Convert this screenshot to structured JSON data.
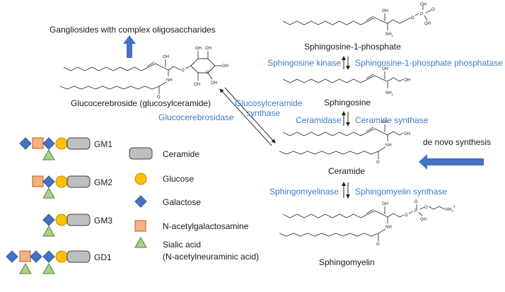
{
  "labels": {
    "gangliosides": "Gangliosides with complex oligosaccharides",
    "s1p": "Sphingosine-1-phosphate",
    "sphingosine_kinase": "Sphingosine kinase",
    "s1p_phosphatase": "Sphingosine-1-phosphate phosphatase",
    "sphingosine": "Sphingosine",
    "glucocerebroside": "Glucocerebroside (glucosylceramide)",
    "glucosylceramide_synthase_1": "Glucosylceramide",
    "glucosylceramide_synthase_2": "synthase",
    "glucocerebrosidase": "Glucocerebrosidase",
    "ceramidase": "Ceramidase",
    "ceramide_synthase": "Ceramide synthase",
    "de_novo": "de novo synthesis",
    "ceramide": "Ceramide",
    "sphingomyelinase": "Sphingomyelinase",
    "sphingomyelin_synthase": "Sphingomyelin synthase",
    "sphingomyelin": "Sphingomyelin"
  },
  "structure_atoms": {
    "oh": "OH",
    "o": "O",
    "p": "P",
    "nh2": "NH",
    "nh2_sub": "2",
    "nh": "NH",
    "nh3": "NH",
    "nh3_sub": "3",
    "plus": "+"
  },
  "legend": {
    "gangliosides": [
      {
        "name": "GM1"
      },
      {
        "name": "GM2"
      },
      {
        "name": "GM3"
      },
      {
        "name": "GD1"
      }
    ],
    "key": [
      {
        "label": "Ceramide"
      },
      {
        "label": "Glucose"
      },
      {
        "label": "Galactose"
      },
      {
        "label": "N-acetylgalactosamine"
      },
      {
        "label": "Sialic acid",
        "label2": "(N-acetylneuraminic acid)"
      }
    ]
  },
  "colors": {
    "accent_blue": "#3f7bc5",
    "arrow_blue": "#4472c4",
    "ceramide": "#bfbfbf",
    "glucose": "#ffc000",
    "galactose": "#4472c4",
    "galnac": "#f4b183",
    "sialic": "#a9d18e"
  }
}
